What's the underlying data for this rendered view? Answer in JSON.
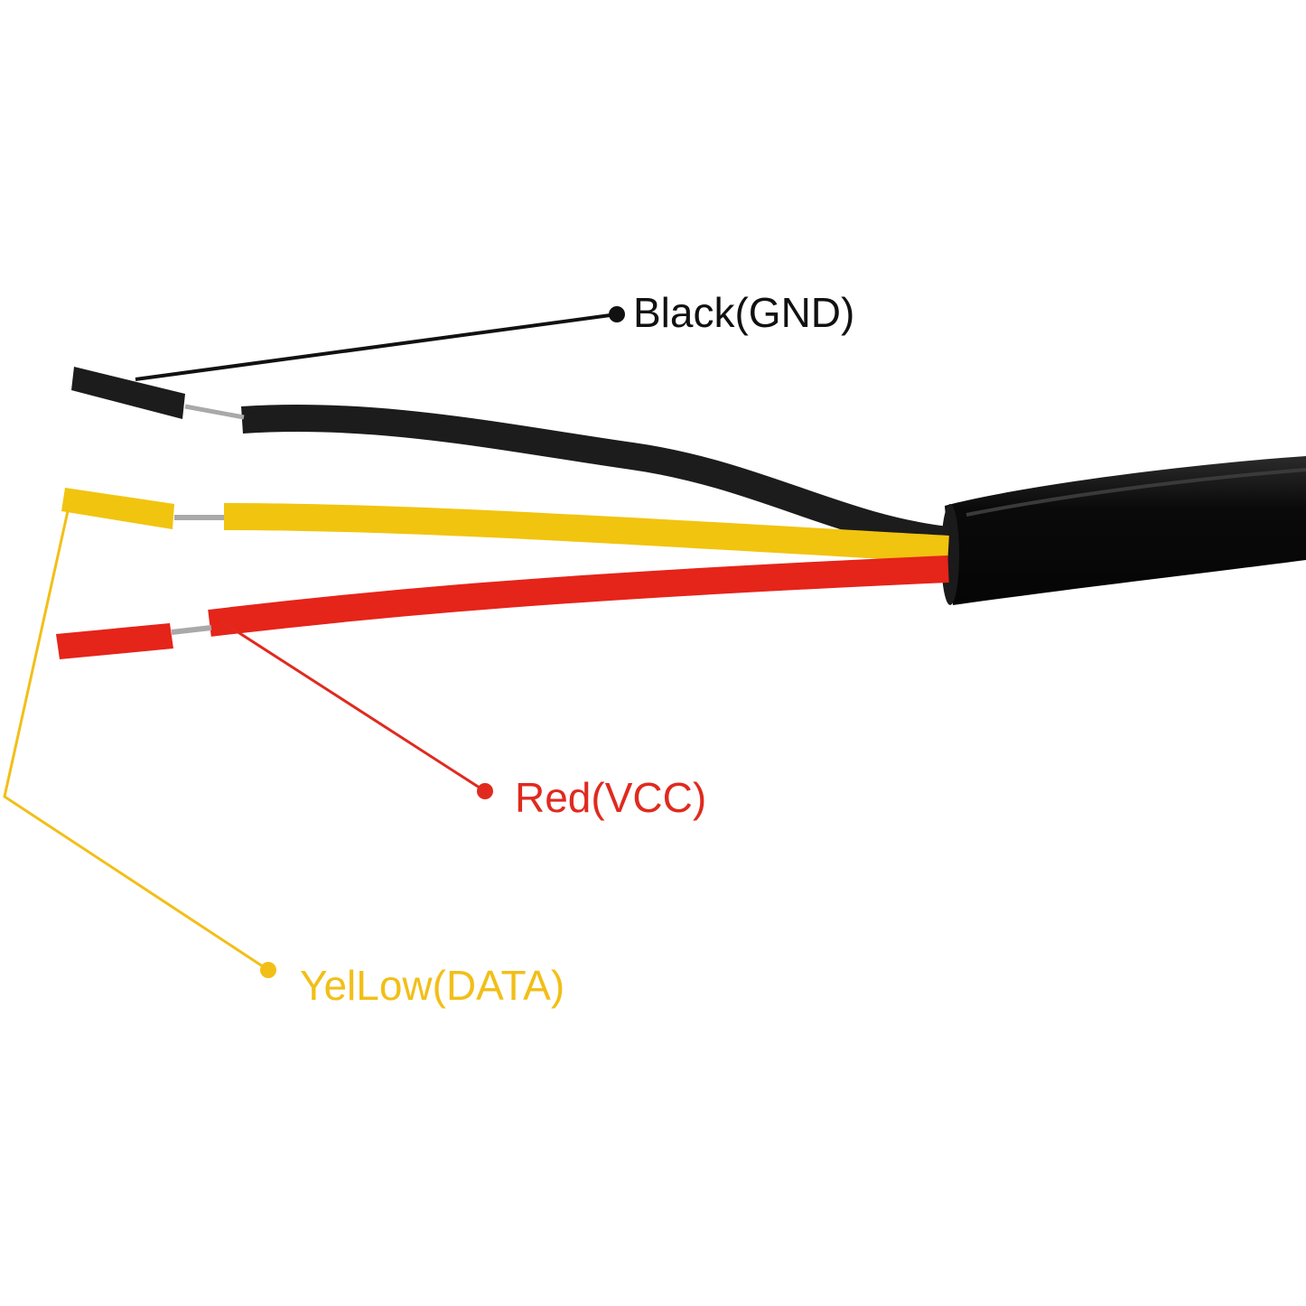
{
  "colors": {
    "black_wire": "#1c1c1c",
    "yellow_wire": "#f1c40f",
    "red_wire": "#e5241a",
    "copper": "#a9a9a9",
    "jacket": "#0d0d0d",
    "label_black": "#111111",
    "label_red": "#e02a1f",
    "label_yellow": "#f2bf18"
  },
  "labels": {
    "black": "Black(GND)",
    "red": "Red(VCC)",
    "yellow": "YelLow(DATA)"
  },
  "icons": {
    "cable": "cable-icon",
    "leader_dot": "dot-icon"
  }
}
